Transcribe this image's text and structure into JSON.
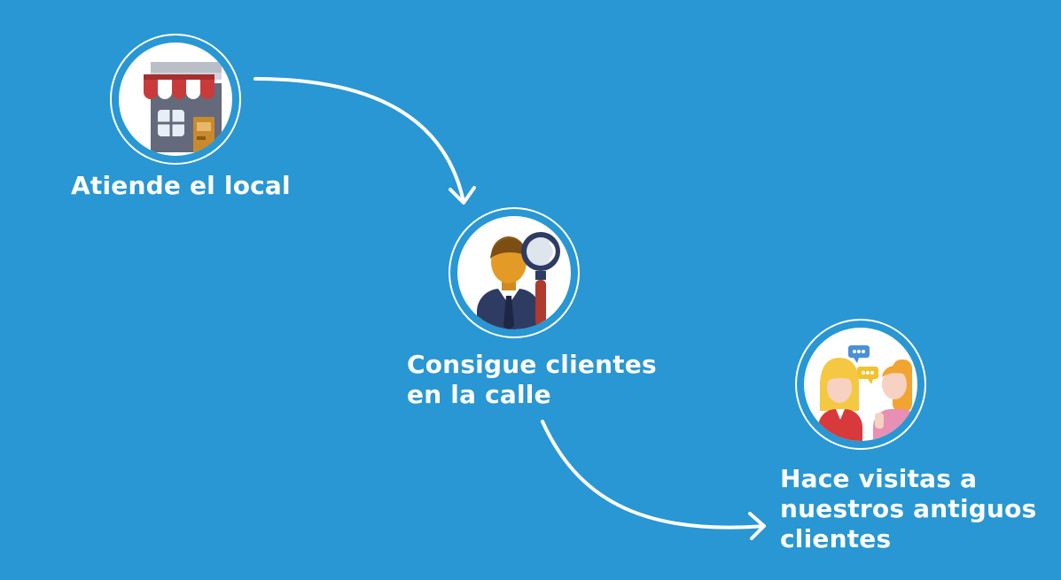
{
  "steps": [
    {
      "id": "local",
      "icon": "storefront-icon",
      "lines": [
        "Atiende el local"
      ]
    },
    {
      "id": "calle",
      "icon": "businessman-magnifier-icon",
      "lines": [
        "Consigue clientes",
        "en la calle"
      ]
    },
    {
      "id": "visitas",
      "icon": "two-people-chatting-icon",
      "lines": [
        "Hace visitas a",
        "nuestros antiguos",
        "clientes"
      ]
    }
  ],
  "colors": {
    "background": "#2897d3",
    "foreground": "#ffffff"
  }
}
